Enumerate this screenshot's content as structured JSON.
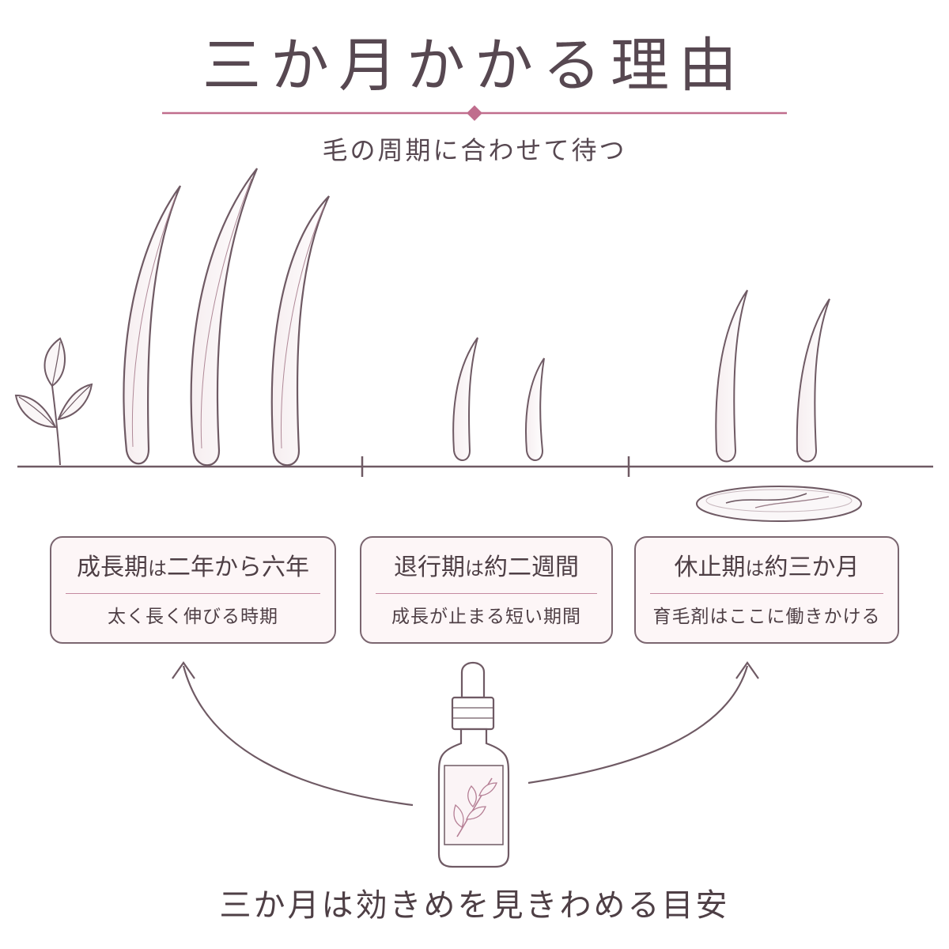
{
  "title": "三か月かかる理由",
  "subtitle": "毛の周期に合わせて待つ",
  "phases": [
    {
      "name": "成長期",
      "connector": "は",
      "duration": "二年から六年",
      "description": "太く長く伸びる時期"
    },
    {
      "name": "退行期",
      "connector": "は",
      "duration": "約二週間",
      "description": "成長が止まる短い期間"
    },
    {
      "name": "休止期",
      "connector": "は",
      "duration": "約三か月",
      "description": "育毛剤はここに働きかける"
    }
  ],
  "footer": "三か月は効きめを見きわめる目安",
  "colors": {
    "line": "#6f5a64",
    "accent": "#c06d8d",
    "box_fill": "#fdf6f7",
    "text": "#4e3f45"
  },
  "icons": [
    "sprout-icon",
    "hair-strand-icon",
    "shed-hair-dish-icon",
    "serum-bottle-icon",
    "arrow-icon"
  ]
}
